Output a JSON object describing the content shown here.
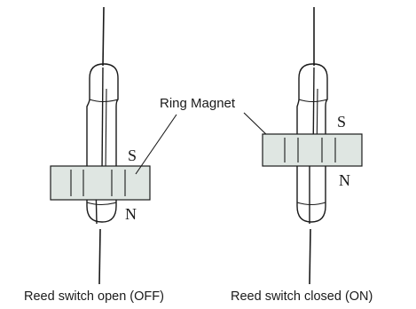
{
  "labels": {
    "ring_magnet": "Ring Magnet",
    "left_s": "S",
    "left_n": "N",
    "right_s": "S",
    "right_n": "N",
    "caption_open": "Reed switch open (OFF)",
    "caption_closed": "Reed switch closed (ON)"
  },
  "colors": {
    "magnet_fill": "#dfe6e2",
    "stroke": "#1a1a1a",
    "background": "#ffffff"
  }
}
